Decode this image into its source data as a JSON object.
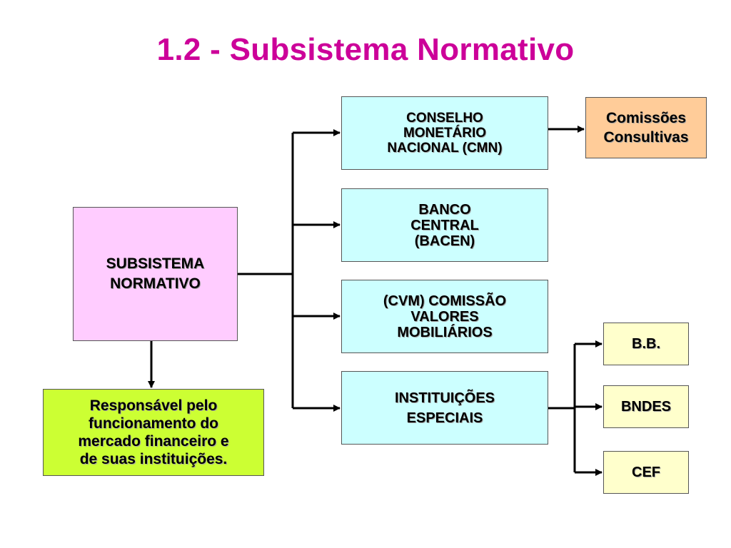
{
  "title": "1.2 - Subsistema Normativo",
  "main_box": {
    "label": "SUBSISTEMA\nNORMATIVO"
  },
  "responsibility_box": {
    "label": "Responsável  pelo\nfuncionamento do\nmercado financeiro e\nde suas instituições."
  },
  "entities": {
    "cmn": "CONSELHO\nMONETÁRIO\nNACIONAL (CMN)",
    "bacen": "BANCO\nCENTRAL\n(BACEN)",
    "cvm": "(CVM) COMISSÃO\nVALORES\nMOBILIÁRIOS",
    "special": "INSTITUIÇÕES\nESPECIAIS"
  },
  "consultative": "Comissões\nConsultivas",
  "special_institutions": [
    "B.B.",
    "BNDES",
    "CEF"
  ],
  "colors": {
    "title": "#cc0099",
    "main_box": "#ffccff",
    "responsibility_box": "#ccff33",
    "entity_box": "#ccffff",
    "consultative_box": "#ffcc99",
    "institution_box": "#ffffcc"
  }
}
